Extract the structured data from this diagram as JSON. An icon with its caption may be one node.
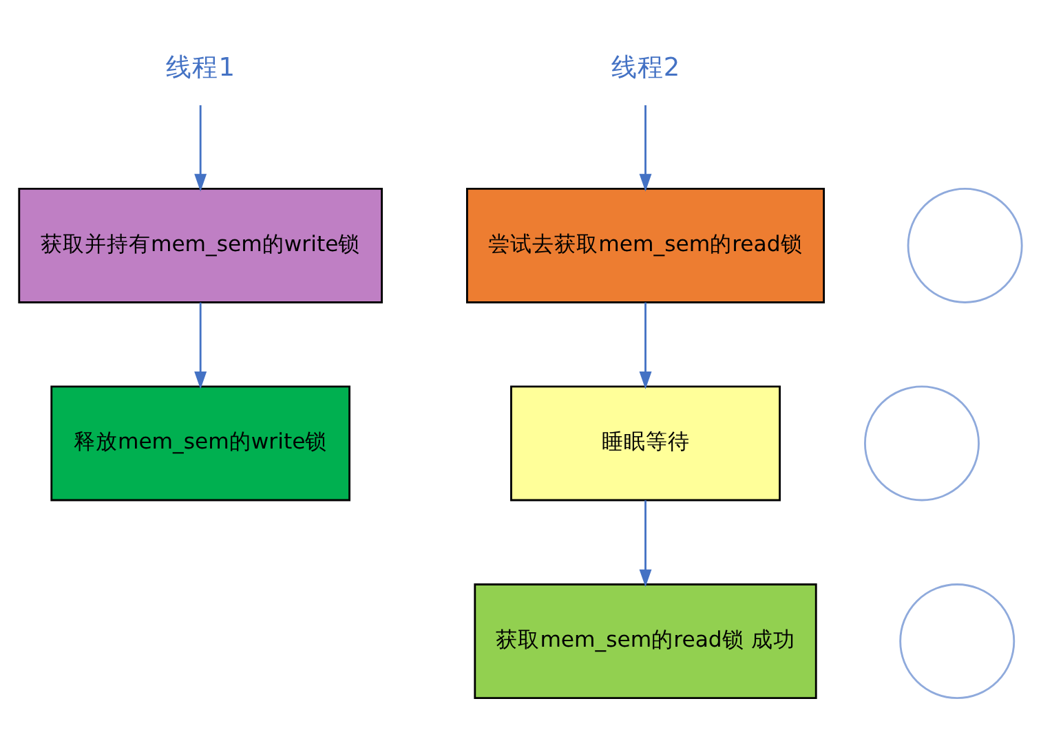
{
  "diagram": {
    "nodes": [
      {
        "text": [
          "线程1"
        ]
      },
      {
        "text": [
          "获取并持有mem_sem的write锁"
        ]
      },
      {
        "text": [
          "释放mem_sem的write锁"
        ]
      },
      {
        "text": [
          "线程2"
        ]
      },
      {
        "text": [
          "尝试去获取mem_sem的read锁"
        ]
      },
      {
        "text": [
          "睡眠等待"
        ]
      },
      {
        "text": [
          "获取mem_sem的read锁 成功"
        ]
      },
      {
        "text": [],
        "shape": "circle"
      },
      {
        "text": [],
        "shape": "circle"
      },
      {
        "text": [],
        "shape": "circle"
      }
    ],
    "edges": [
      {
        "from": 0,
        "to": 1,
        "arrow": "to"
      },
      {
        "from": 1,
        "to": 2,
        "arrow": "to"
      },
      {
        "from": 3,
        "to": 4,
        "arrow": "to"
      },
      {
        "from": 4,
        "to": 5,
        "arrow": "to"
      },
      {
        "from": 5,
        "to": 6,
        "arrow": "to"
      }
    ]
  }
}
